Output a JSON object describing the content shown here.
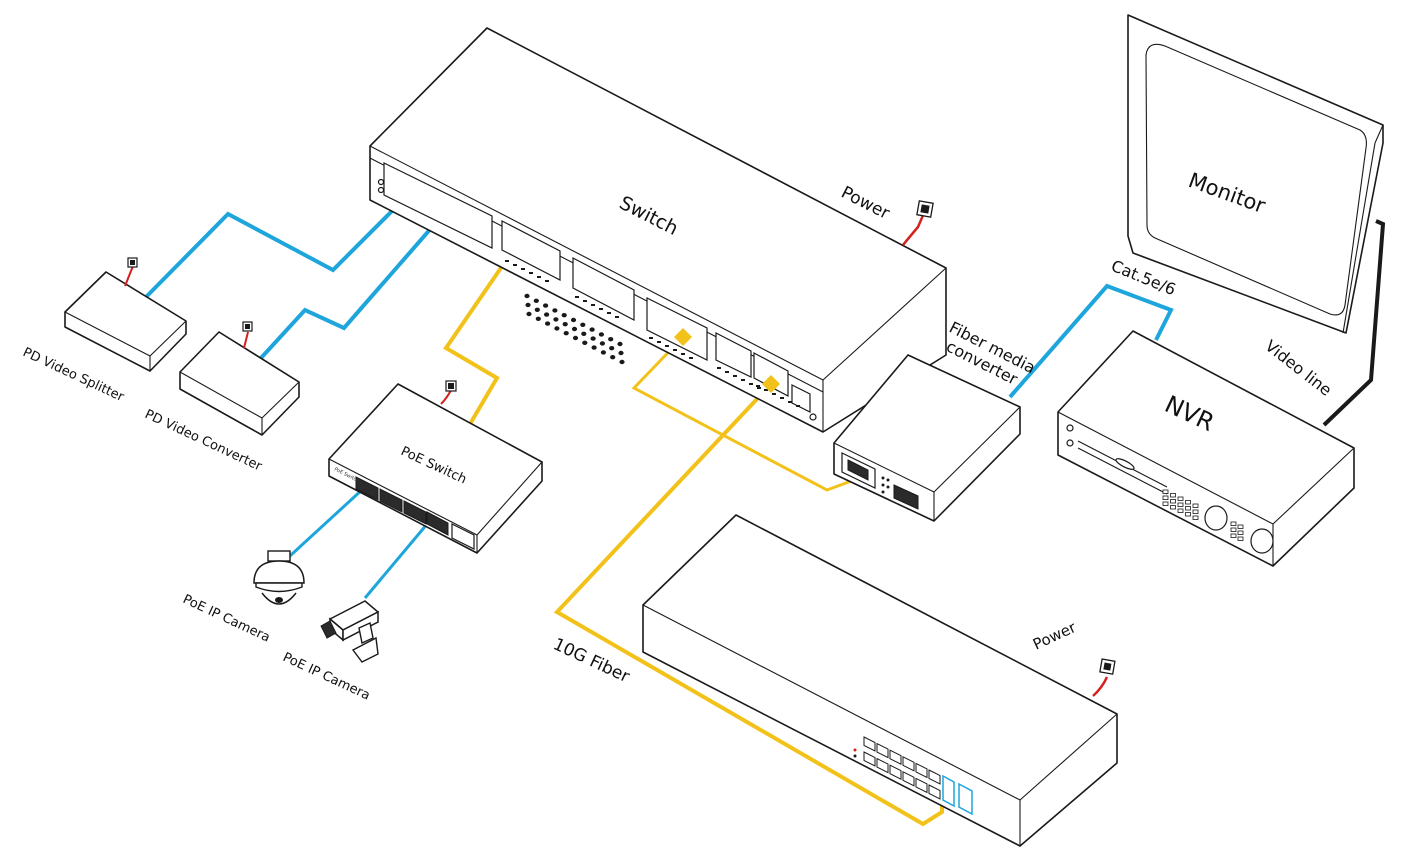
{
  "labels": {
    "switch": "Switch",
    "power_top": "Power",
    "monitor": "Monitor",
    "cat": "Cat.5e/6",
    "fiber_media_1": "Fiber media",
    "fiber_media_2": "converter",
    "video_line": "Video line",
    "nvr": "NVR",
    "pd_splitter": "PD Video Splitter",
    "pd_converter": "PD Video Converter",
    "poe_switch": "PoE Switch",
    "poe_camera_1": "PoE IP Camera",
    "poe_camera_2": "PoE IP Camera",
    "fiber_10g": "10G Fiber",
    "power_bottom": "Power"
  },
  "colors": {
    "ethernet": "#1ea6dc",
    "fiber": "#f2c21b",
    "power_cable": "#d4211c",
    "video_line": "#1a1a1a"
  }
}
